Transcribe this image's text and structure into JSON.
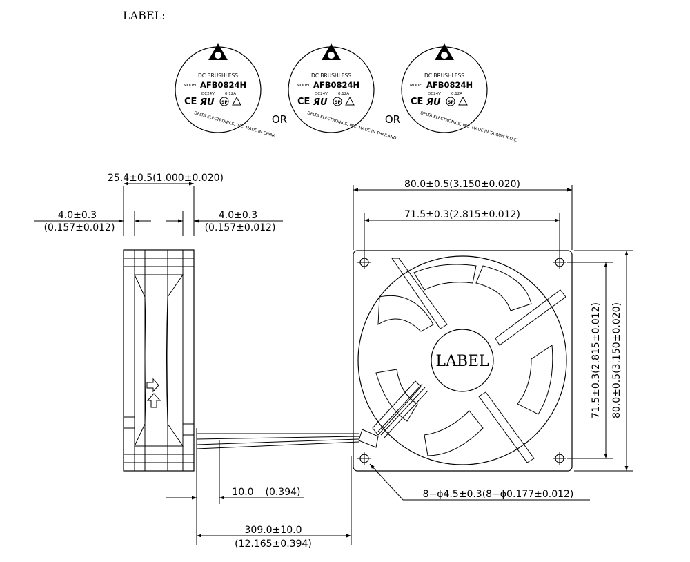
{
  "section_label": "LABEL:",
  "labels": [
    {
      "line1": "DC BRUSHLESS",
      "model_prefix": "MODEL",
      "model": "AFB0824H",
      "volt": "DC24V",
      "amp": "0.12A",
      "origin": "DELTA ELECTRONICS, INC. MADE IN CHINA"
    },
    {
      "line1": "DC BRUSHLESS",
      "model_prefix": "MODEL",
      "model": "AFB0824H",
      "volt": "DC24V",
      "amp": "0.12A",
      "origin": "DELTA ELECTRONICS, INC. MADE IN THAILAND"
    },
    {
      "line1": "DC BRUSHLESS",
      "model_prefix": "MODEL",
      "model": "AFB0824H",
      "volt": "DC24V",
      "amp": "0.12A",
      "origin": "DELTA ELECTRONICS, INC. MADE IN TAIWAN R.O.C."
    }
  ],
  "or_text": "OR",
  "center_label": "LABEL",
  "dimensions": {
    "depth": "25.4±0.5(1.000±0.020)",
    "guard_left_1": "4.0±0.3",
    "guard_left_2": "(0.157±0.012)",
    "guard_right_1": "4.0±0.3",
    "guard_right_2": "(0.157±0.012)",
    "width_outer": "80.0±0.5(3.150±0.020)",
    "width_holes": "71.5±0.3(2.815±0.012)",
    "height_holes": "71.5±0.3(2.815±0.012)",
    "height_outer": "80.0±0.5(3.150±0.020)",
    "holes": "8−ϕ4.5±0.3(8−ϕ0.177±0.012)",
    "strip_1": "10.0",
    "strip_2": "(0.394)",
    "lead_1": "309.0±10.0",
    "lead_2": "(12.165±0.394)"
  },
  "icons": [
    "delta-logo-icon",
    "ce-mark-icon",
    "ul-mark-icon",
    "csa-mark-icon",
    "vde-mark-icon",
    "airflow-arrow-icon",
    "rotation-arrow-icon"
  ]
}
